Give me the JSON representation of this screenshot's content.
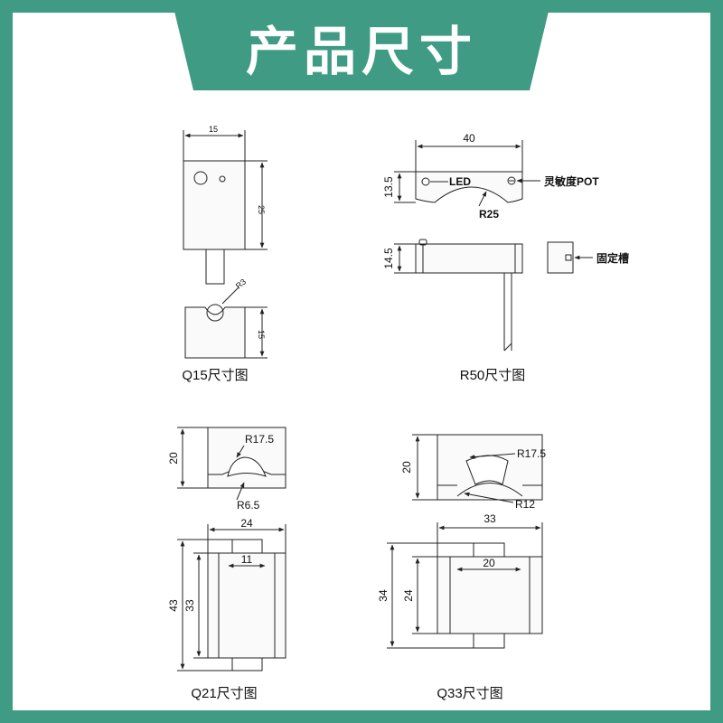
{
  "header": {
    "title": "产品尺寸"
  },
  "colors": {
    "accent": "#3f9b84",
    "line": "#222222"
  },
  "q15": {
    "caption": "Q15尺寸图",
    "dim_width": "15",
    "dim_height": "25",
    "dim_radius": "R3",
    "dim_bottom_height": "15"
  },
  "r50": {
    "caption": "R50尺寸图",
    "dim_width": "40",
    "dim_height": "13.5",
    "dim_radius": "R25",
    "led_label": "LED",
    "pot_label": "灵敏度POT",
    "side_height": "14.5",
    "slot_label": "固定槽"
  },
  "q21": {
    "caption": "Q21尺寸图",
    "dim_height_top": "20",
    "dim_radius_outer": "R17.5",
    "dim_radius_inner": "R6.5",
    "dim_width": "24",
    "dim_inner_width": "11",
    "dim_total_height": "43",
    "dim_body_height": "33"
  },
  "q33": {
    "caption": "Q33尺寸图",
    "dim_height_top": "20",
    "dim_radius_outer": "R17.5",
    "dim_radius_inner": "R12",
    "dim_width": "33",
    "dim_inner_width": "20",
    "dim_total_height": "34",
    "dim_body_height": "24"
  }
}
